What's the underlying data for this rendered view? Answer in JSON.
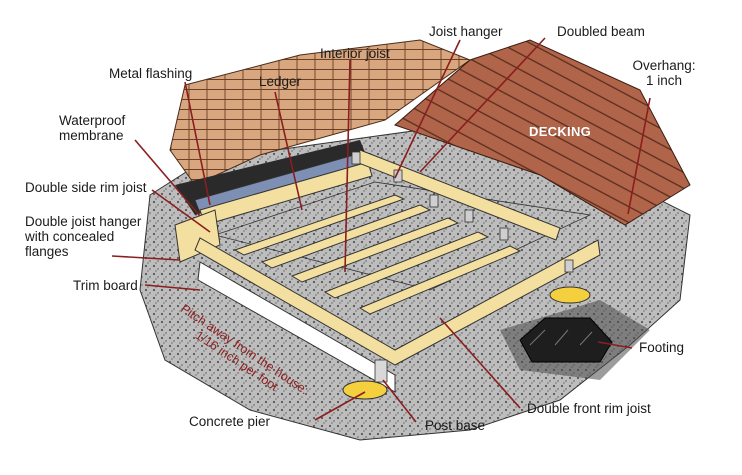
{
  "labels": {
    "metal_flashing": "Metal flashing",
    "ledger": "Ledger",
    "interior_joist": "Interior joist",
    "joist_hanger": "Joist hanger",
    "doubled_beam": "Doubled beam",
    "overhang_line1": "Overhang:",
    "overhang_line2": "1 inch",
    "waterproof_line1": "Waterproof",
    "waterproof_line2": "membrane",
    "decking": "DECKING",
    "double_side_rim_joist": "Double side rim joist",
    "double_joist_hanger_line1": "Double joist hanger",
    "double_joist_hanger_line2": "with concealed",
    "double_joist_hanger_line3": "flanges",
    "trim_board": "Trim board",
    "footing": "Footing",
    "double_front_rim_joist": "Double front rim joist",
    "concrete_pier": "Concrete pier",
    "post_base": "Post base",
    "pitch_line1": "Pitch away from the house:",
    "pitch_line2": "1/16 inch per foot"
  },
  "colors": {
    "leader_line": "#8b1e1e",
    "lumber": "#f3dfa0",
    "decking": "#b0644a",
    "shingles": "#d9a77f",
    "gravel": "#9a9a9a",
    "pier_band": "#f4d03f",
    "membrane": "#7d8fb3"
  }
}
